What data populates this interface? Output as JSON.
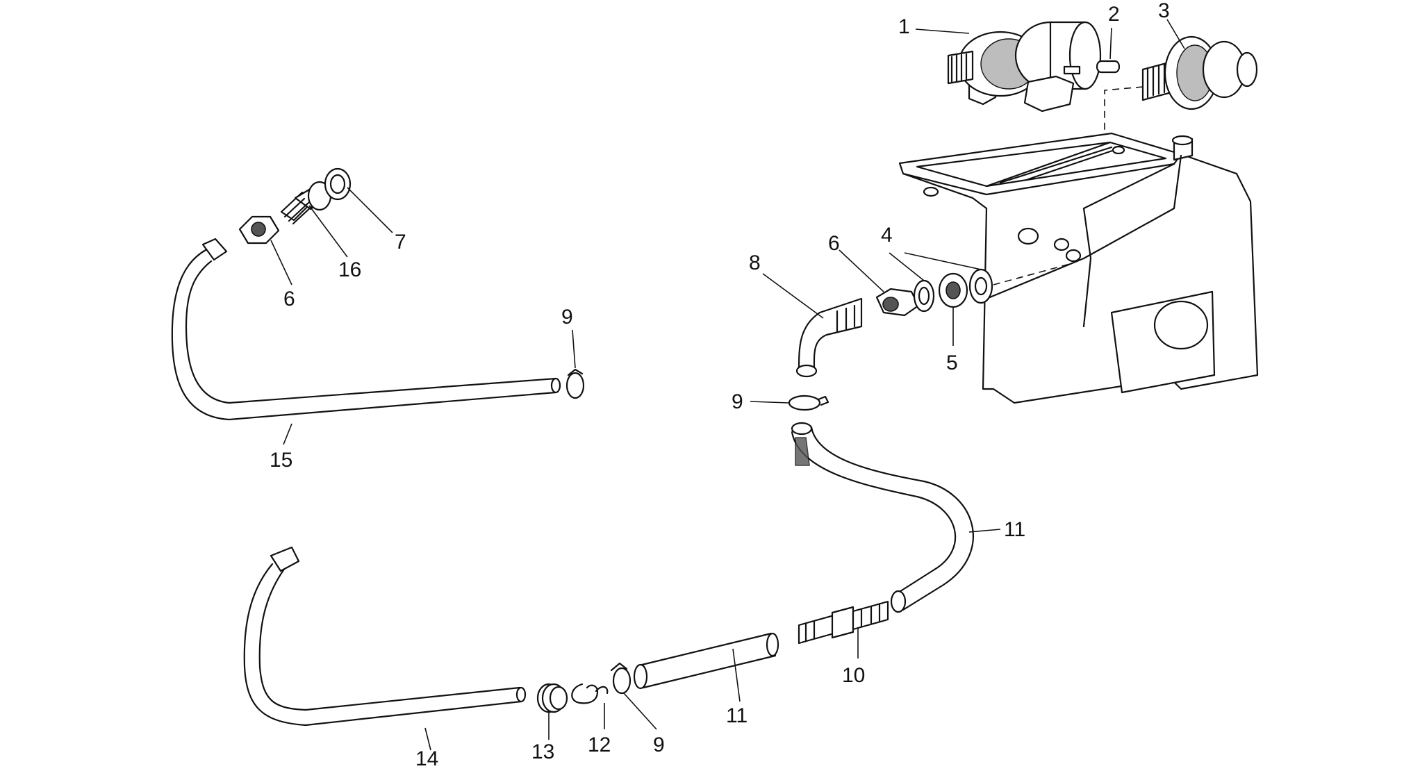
{
  "diagram": {
    "callouts": {
      "c1": "1",
      "c2": "2",
      "c3": "3",
      "c4": "4",
      "c5": "5",
      "c6a": "6",
      "c6b": "6",
      "c7": "7",
      "c8": "8",
      "c9a": "9",
      "c9b": "9",
      "c9c": "9",
      "c10": "10",
      "c11a": "11",
      "c11b": "11",
      "c12": "12",
      "c13": "13",
      "c14": "14",
      "c15": "15",
      "c16": "16"
    }
  }
}
